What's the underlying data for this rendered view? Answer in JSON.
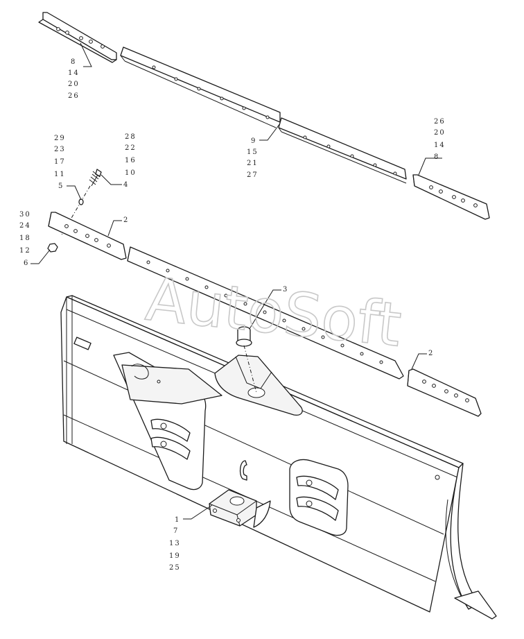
{
  "watermark": "AutoSoft",
  "callouts": {
    "g1": [
      "8",
      "14",
      "20",
      "26"
    ],
    "g2": [
      "9",
      "15",
      "21",
      "27"
    ],
    "g3": [
      "26",
      "20",
      "14",
      "8"
    ],
    "g4": [
      "29",
      "23",
      "17",
      "11",
      "5"
    ],
    "g5": [
      "28",
      "22",
      "16",
      "10",
      "4"
    ],
    "g6": [
      "2"
    ],
    "g7": [
      "30",
      "24",
      "18",
      "12",
      "6"
    ],
    "g8": [
      "3"
    ],
    "g9": [
      "2"
    ],
    "g10": [
      "1",
      "7",
      "13",
      "19",
      "25"
    ]
  },
  "colors": {
    "line": "#1a1a1a",
    "paper": "#ffffff",
    "watermark": "#c8c8c8"
  }
}
